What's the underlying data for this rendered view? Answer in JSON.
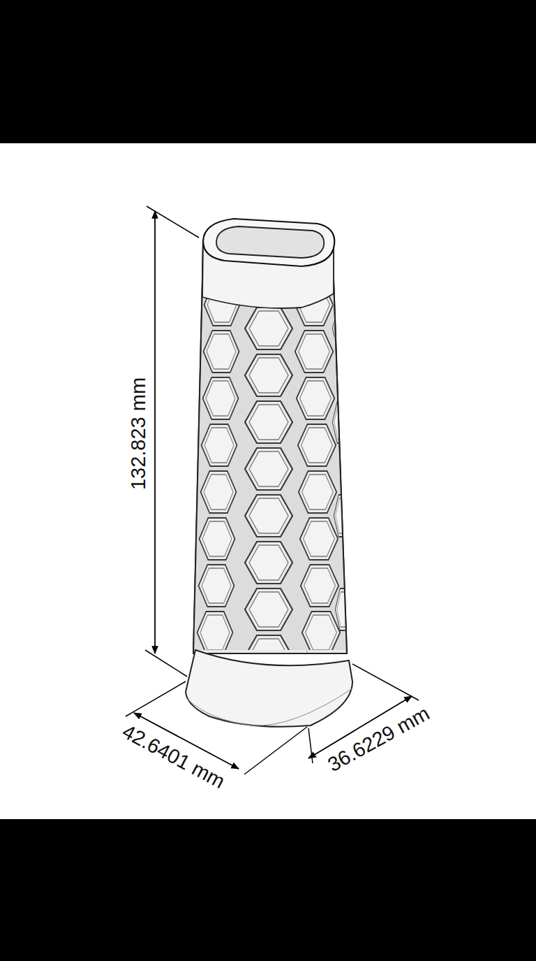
{
  "diagram": {
    "labels": [
      "132.823 mm",
      "42.6401 mm",
      "36.6229 mm"
    ]
  }
}
